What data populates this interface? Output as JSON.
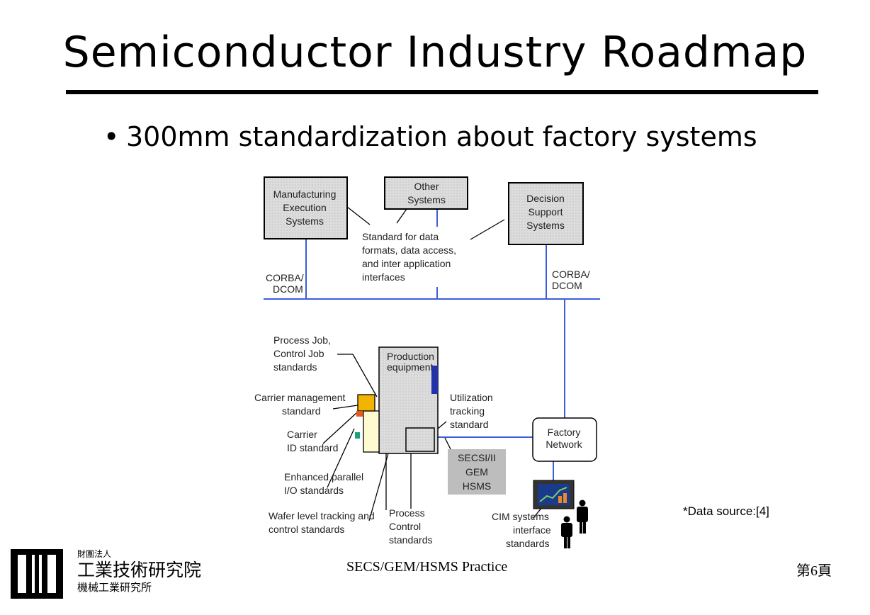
{
  "slide": {
    "title": "Semiconductor Industry Roadmap",
    "bullet": "300mm standardization about factory systems"
  },
  "diagram": {
    "top_boxes": {
      "mes": [
        "Manufacturing",
        "Execution",
        "Systems"
      ],
      "other": [
        "Other",
        "Systems"
      ],
      "dss": [
        "Decision",
        "Support",
        "Systems"
      ]
    },
    "standard_note": [
      "Standard for data",
      "formats, data access,",
      "and inter application",
      "interfaces"
    ],
    "corba_left": [
      "CORBA/",
      "DCOM"
    ],
    "corba_right": [
      "CORBA/",
      "DCOM"
    ],
    "production_equipment": [
      "Production",
      "equipment"
    ],
    "process_job": [
      "Process Job,",
      "Control Job",
      "standards"
    ],
    "carrier_mgmt": [
      "Carrier management",
      "standard"
    ],
    "carrier_id": [
      "Carrier",
      "ID standard"
    ],
    "enhanced_parallel": [
      "Enhanced parallel",
      "I/O standards"
    ],
    "wafer_tracking": [
      "Wafer level tracking and",
      "control standards"
    ],
    "process_control": [
      "Process",
      "Control",
      "standards"
    ],
    "utilization": [
      "Utilization",
      "tracking",
      "standard"
    ],
    "secs_box": [
      "SECSI/II",
      "GEM",
      "HSMS"
    ],
    "factory_network": [
      "Factory",
      "Network"
    ],
    "cim": [
      "CIM systems",
      "interface",
      "standards"
    ],
    "colors": {
      "network_line": "#3a5fd9",
      "box_fill": "#dcdcdc",
      "carrier_orange": "#f2b400",
      "carrier_id_green": "#1aa37a",
      "secs_fill": "#bdbdbd",
      "equip_marker": "#2233aa"
    }
  },
  "source_note": "*Data source:[4]",
  "footer": {
    "center": "SECS/GEM/HSMS Practice",
    "page": "第6頁",
    "org_line1": "財團法人",
    "org_line2": "工業技術研究院",
    "org_line3": "機械工業研究所"
  }
}
